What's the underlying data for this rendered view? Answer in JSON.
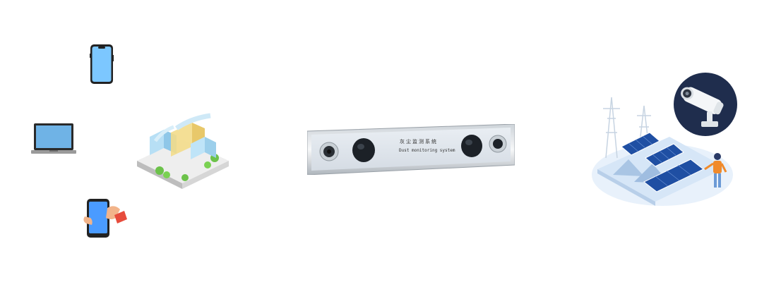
{
  "device": {
    "label_cn": "灰尘监测系统",
    "label_en": "Dust monitoring system"
  },
  "icons": {
    "phone": "smartphone-icon",
    "laptop": "laptop-icon",
    "hand_phone": "hand-holding-phone-icon",
    "factory": "factory-isometric-illustration",
    "sensor": "dust-monitoring-device",
    "solar": "solar-farm-illustration",
    "camera": "security-camera-icon"
  },
  "colors": {
    "screen_blue": "#7cc7ff",
    "device_panel": "#dfe6ee",
    "camera_bg": "#1f2d4d",
    "solar_panel": "#1f4fa3",
    "accent_orange": "#f08a2b"
  }
}
